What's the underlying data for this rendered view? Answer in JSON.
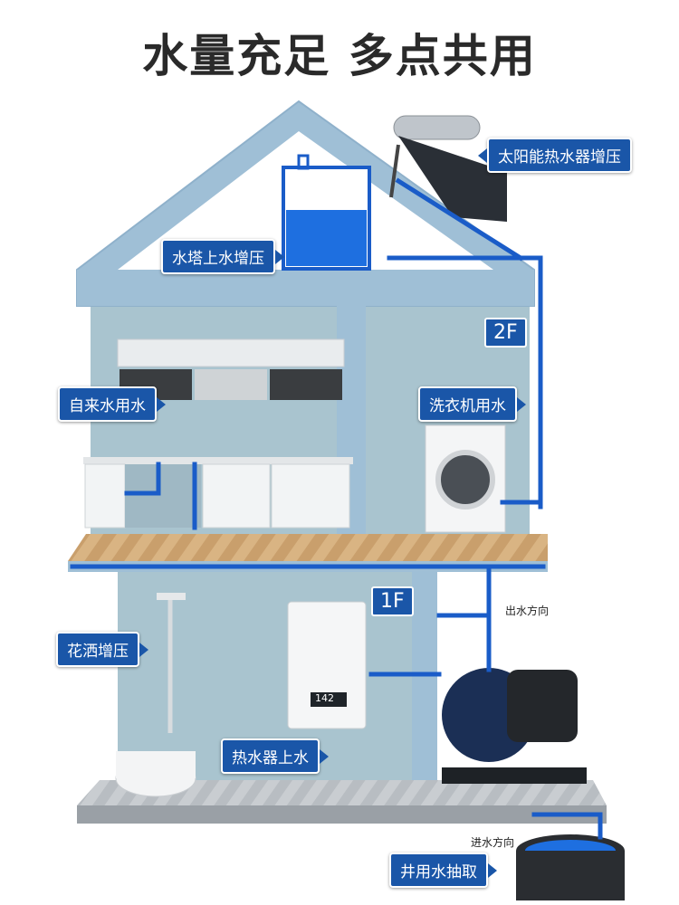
{
  "title": "水量充足 多点共用",
  "labels": {
    "solar": "太阳能热水器增压",
    "tower": "水塔上水增压",
    "tap": "自来水用水",
    "washer": "洗衣机用水",
    "shower": "花洒增压",
    "heater": "热水器上水",
    "well": "井用水抽取"
  },
  "floors": {
    "second": "2F",
    "first": "1F"
  },
  "directions": {
    "outlet": "出水方向",
    "inlet": "进水方向"
  },
  "heater_display": "142",
  "colors": {
    "pipe": "#1a5cc8",
    "tag": "#1a56a8",
    "structure": "#9fbfd6",
    "wall": "#a9c4cf",
    "floor_wood": "#d2a978"
  }
}
